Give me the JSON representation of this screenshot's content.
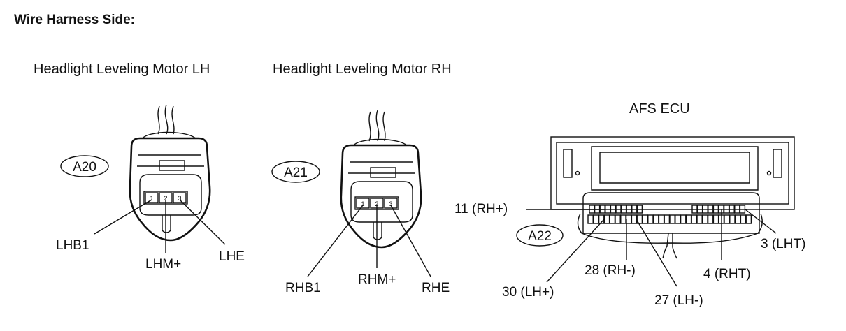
{
  "page_heading": "Wire Harness Side:",
  "connectors": {
    "a20": {
      "title": "Headlight Leveling Motor LH",
      "code": "A20",
      "pins": [
        "1",
        "2",
        "3"
      ],
      "labels": [
        "LHB1",
        "LHM+",
        "LHE"
      ]
    },
    "a21": {
      "title": "Headlight Leveling Motor RH",
      "code": "A21",
      "pins": [
        "1",
        "2",
        "3"
      ],
      "labels": [
        "RHB1",
        "RHM+",
        "RHE"
      ]
    },
    "a22": {
      "title": "AFS ECU",
      "code": "A22",
      "labels": [
        "11 (RH+)",
        "3 (LHT)",
        "28 (RH-)",
        "4 (RHT)",
        "30 (LH+)",
        "27 (LH-)"
      ]
    }
  }
}
